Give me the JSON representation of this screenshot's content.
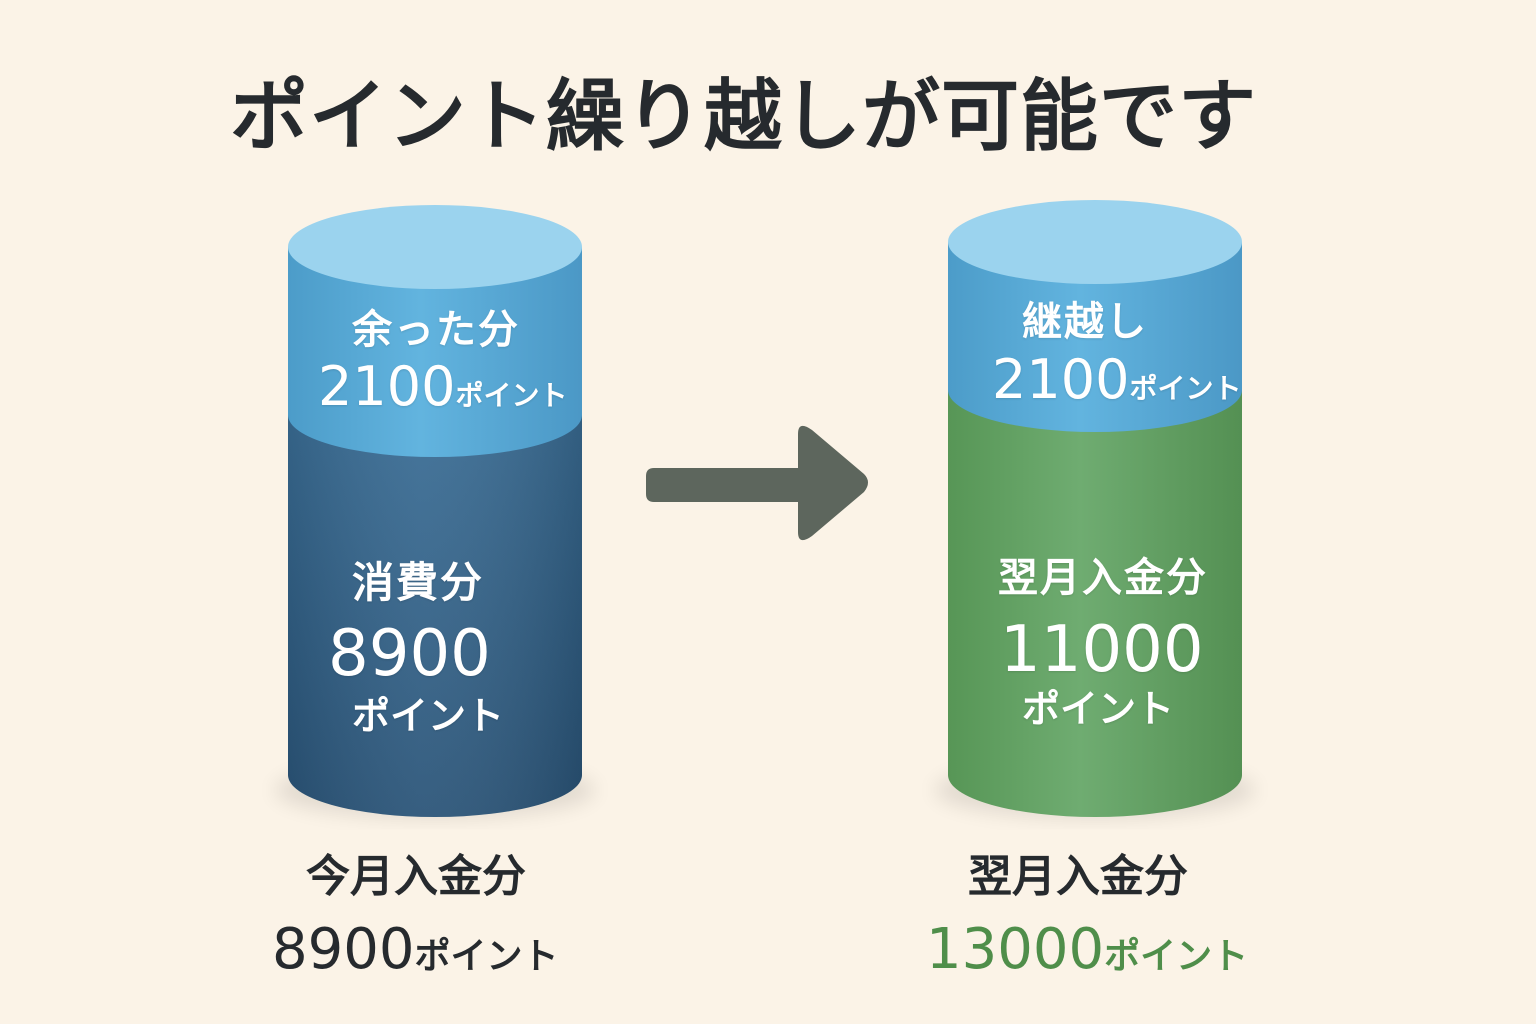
{
  "title": "ポイント繰り越しが可能です",
  "left_cylinder": {
    "top_label": "余った分",
    "top_value": "2100",
    "top_unit": "ポイント",
    "bottom_label": "消費分",
    "bottom_value": "8900",
    "bottom_unit": "ポイント",
    "caption_label": "今月入金分",
    "caption_value": "8900",
    "caption_unit": "ポイント"
  },
  "right_cylinder": {
    "top_label": "継越し",
    "top_value": "2100",
    "top_unit": "ポイント",
    "bottom_label": "翌月入金分",
    "bottom_value": "11000",
    "bottom_unit": "ポイント",
    "caption_label": "翌月入金分",
    "caption_value": "13000",
    "caption_unit": "ポイント"
  },
  "icons": {
    "arrow": "right-arrow-icon"
  },
  "colors": {
    "background": "#fbf3e7",
    "blue_light": "#5aaed8",
    "blue_dark": "#2f5f86",
    "green": "#5f9e63",
    "arrow": "#5d665d",
    "caption_green": "#4f8e4a",
    "title": "#262a2e"
  }
}
